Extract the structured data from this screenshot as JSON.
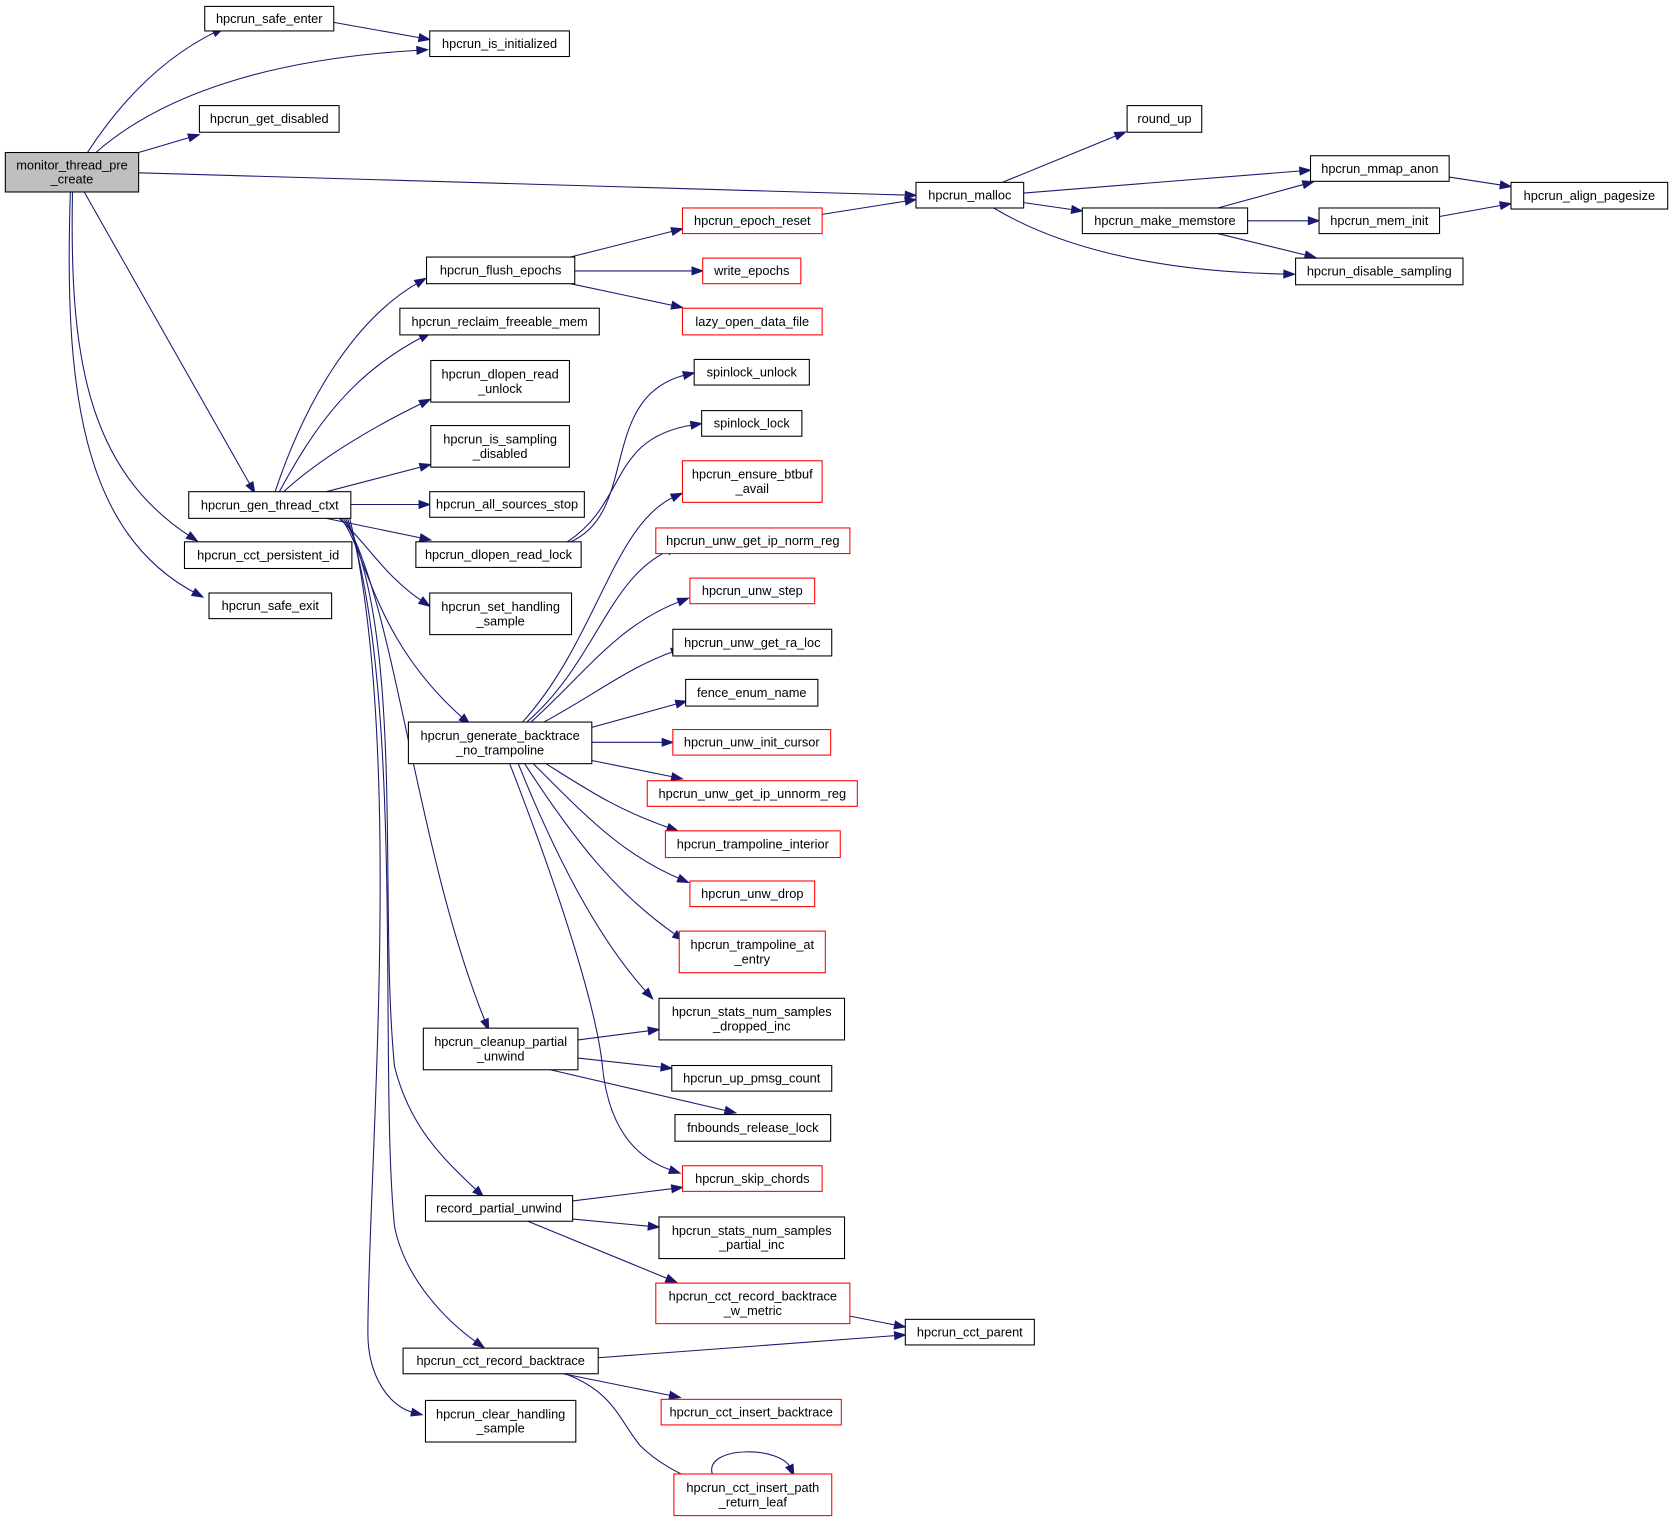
{
  "diagram": {
    "type": "call-graph",
    "edge_color": "#191970",
    "node_colors": {
      "root_fill": "#bfbfbf",
      "normal_border": "#000000",
      "truncated_border": "#ff0000"
    },
    "nodes": [
      {
        "id": "monitor_thread_pre_create",
        "lines": [
          "monitor_thread_pre",
          "_create"
        ],
        "style": "root"
      },
      {
        "id": "hpcrun_safe_enter",
        "lines": [
          "hpcrun_safe_enter"
        ],
        "style": "normal"
      },
      {
        "id": "hpcrun_is_initialized",
        "lines": [
          "hpcrun_is_initialized"
        ],
        "style": "normal"
      },
      {
        "id": "hpcrun_get_disabled",
        "lines": [
          "hpcrun_get_disabled"
        ],
        "style": "normal"
      },
      {
        "id": "hpcrun_malloc",
        "lines": [
          "hpcrun_malloc"
        ],
        "style": "normal"
      },
      {
        "id": "round_up",
        "lines": [
          "round_up"
        ],
        "style": "normal"
      },
      {
        "id": "hpcrun_mmap_anon",
        "lines": [
          "hpcrun_mmap_anon"
        ],
        "style": "normal"
      },
      {
        "id": "hpcrun_make_memstore",
        "lines": [
          "hpcrun_make_memstore"
        ],
        "style": "normal"
      },
      {
        "id": "hpcrun_mem_init",
        "lines": [
          "hpcrun_mem_init"
        ],
        "style": "normal"
      },
      {
        "id": "hpcrun_align_pagesize",
        "lines": [
          "hpcrun_align_pagesize"
        ],
        "style": "normal"
      },
      {
        "id": "hpcrun_disable_sampling",
        "lines": [
          "hpcrun_disable_sampling"
        ],
        "style": "normal"
      },
      {
        "id": "hpcrun_epoch_reset",
        "lines": [
          "hpcrun_epoch_reset"
        ],
        "style": "red"
      },
      {
        "id": "write_epochs",
        "lines": [
          "write_epochs"
        ],
        "style": "red"
      },
      {
        "id": "lazy_open_data_file",
        "lines": [
          "lazy_open_data_file"
        ],
        "style": "red"
      },
      {
        "id": "hpcrun_flush_epochs",
        "lines": [
          "hpcrun_flush_epochs"
        ],
        "style": "normal"
      },
      {
        "id": "hpcrun_reclaim_freeable_mem",
        "lines": [
          "hpcrun_reclaim_freeable_mem"
        ],
        "style": "normal"
      },
      {
        "id": "hpcrun_dlopen_read_unlock",
        "lines": [
          "hpcrun_dlopen_read",
          "_unlock"
        ],
        "style": "normal"
      },
      {
        "id": "hpcrun_is_sampling_disabled",
        "lines": [
          "hpcrun_is_sampling",
          "_disabled"
        ],
        "style": "normal"
      },
      {
        "id": "hpcrun_all_sources_stop",
        "lines": [
          "hpcrun_all_sources_stop"
        ],
        "style": "normal"
      },
      {
        "id": "hpcrun_dlopen_read_lock",
        "lines": [
          "hpcrun_dlopen_read_lock"
        ],
        "style": "normal"
      },
      {
        "id": "hpcrun_gen_thread_ctxt",
        "lines": [
          "hpcrun_gen_thread_ctxt"
        ],
        "style": "normal"
      },
      {
        "id": "hpcrun_cct_persistent_id",
        "lines": [
          "hpcrun_cct_persistent_id"
        ],
        "style": "normal"
      },
      {
        "id": "hpcrun_safe_exit",
        "lines": [
          "hpcrun_safe_exit"
        ],
        "style": "normal"
      },
      {
        "id": "spinlock_unlock",
        "lines": [
          "spinlock_unlock"
        ],
        "style": "normal"
      },
      {
        "id": "spinlock_lock",
        "lines": [
          "spinlock_lock"
        ],
        "style": "normal"
      },
      {
        "id": "hpcrun_ensure_btbuf_avail",
        "lines": [
          "hpcrun_ensure_btbuf",
          "_avail"
        ],
        "style": "red"
      },
      {
        "id": "hpcrun_unw_get_ip_norm_reg",
        "lines": [
          "hpcrun_unw_get_ip_norm_reg"
        ],
        "style": "red"
      },
      {
        "id": "hpcrun_set_handling_sample",
        "lines": [
          "hpcrun_set_handling",
          "_sample"
        ],
        "style": "normal"
      },
      {
        "id": "hpcrun_unw_step",
        "lines": [
          "hpcrun_unw_step"
        ],
        "style": "red"
      },
      {
        "id": "hpcrun_unw_get_ra_loc",
        "lines": [
          "hpcrun_unw_get_ra_loc"
        ],
        "style": "normal"
      },
      {
        "id": "fence_enum_name",
        "lines": [
          "fence_enum_name"
        ],
        "style": "normal"
      },
      {
        "id": "hpcrun_generate_backtrace_no_trampoline",
        "lines": [
          "hpcrun_generate_backtrace",
          "_no_trampoline"
        ],
        "style": "normal"
      },
      {
        "id": "hpcrun_unw_init_cursor",
        "lines": [
          "hpcrun_unw_init_cursor"
        ],
        "style": "red"
      },
      {
        "id": "hpcrun_unw_get_ip_unnorm_reg",
        "lines": [
          "hpcrun_unw_get_ip_unnorm_reg"
        ],
        "style": "red"
      },
      {
        "id": "hpcrun_trampoline_interior",
        "lines": [
          "hpcrun_trampoline_interior"
        ],
        "style": "red"
      },
      {
        "id": "hpcrun_unw_drop",
        "lines": [
          "hpcrun_unw_drop"
        ],
        "style": "red"
      },
      {
        "id": "hpcrun_trampoline_at_entry",
        "lines": [
          "hpcrun_trampoline_at",
          "_entry"
        ],
        "style": "red"
      },
      {
        "id": "hpcrun_stats_num_samples_dropped_inc",
        "lines": [
          "hpcrun_stats_num_samples",
          "_dropped_inc"
        ],
        "style": "normal"
      },
      {
        "id": "hpcrun_cleanup_partial_unwind",
        "lines": [
          "hpcrun_cleanup_partial",
          "_unwind"
        ],
        "style": "normal"
      },
      {
        "id": "hpcrun_up_pmsg_count",
        "lines": [
          "hpcrun_up_pmsg_count"
        ],
        "style": "normal"
      },
      {
        "id": "fnbounds_release_lock",
        "lines": [
          "fnbounds_release_lock"
        ],
        "style": "normal"
      },
      {
        "id": "hpcrun_skip_chords",
        "lines": [
          "hpcrun_skip_chords"
        ],
        "style": "red"
      },
      {
        "id": "record_partial_unwind",
        "lines": [
          "record_partial_unwind"
        ],
        "style": "normal"
      },
      {
        "id": "hpcrun_stats_num_samples_partial_inc",
        "lines": [
          "hpcrun_stats_num_samples",
          "_partial_inc"
        ],
        "style": "normal"
      },
      {
        "id": "hpcrun_cct_record_backtrace_w_metric",
        "lines": [
          "hpcrun_cct_record_backtrace",
          "_w_metric"
        ],
        "style": "red"
      },
      {
        "id": "hpcrun_cct_parent",
        "lines": [
          "hpcrun_cct_parent"
        ],
        "style": "normal"
      },
      {
        "id": "hpcrun_cct_record_backtrace",
        "lines": [
          "hpcrun_cct_record_backtrace"
        ],
        "style": "normal"
      },
      {
        "id": "hpcrun_cct_insert_backtrace",
        "lines": [
          "hpcrun_cct_insert_backtrace"
        ],
        "style": "red"
      },
      {
        "id": "hpcrun_clear_handling_sample",
        "lines": [
          "hpcrun_clear_handling",
          "_sample"
        ],
        "style": "normal"
      },
      {
        "id": "hpcrun_cct_insert_path_return_leaf",
        "lines": [
          "hpcrun_cct_insert_path",
          "_return_leaf"
        ],
        "style": "red"
      }
    ],
    "edges": [
      [
        "monitor_thread_pre_create",
        "hpcrun_safe_enter"
      ],
      [
        "monitor_thread_pre_create",
        "hpcrun_is_initialized"
      ],
      [
        "monitor_thread_pre_create",
        "hpcrun_get_disabled"
      ],
      [
        "monitor_thread_pre_create",
        "hpcrun_malloc"
      ],
      [
        "monitor_thread_pre_create",
        "hpcrun_gen_thread_ctxt"
      ],
      [
        "monitor_thread_pre_create",
        "hpcrun_cct_persistent_id"
      ],
      [
        "monitor_thread_pre_create",
        "hpcrun_safe_exit"
      ],
      [
        "hpcrun_safe_enter",
        "hpcrun_is_initialized"
      ],
      [
        "hpcrun_malloc",
        "round_up"
      ],
      [
        "hpcrun_malloc",
        "hpcrun_mmap_anon"
      ],
      [
        "hpcrun_malloc",
        "hpcrun_make_memstore"
      ],
      [
        "hpcrun_malloc",
        "hpcrun_disable_sampling"
      ],
      [
        "hpcrun_make_memstore",
        "hpcrun_mmap_anon"
      ],
      [
        "hpcrun_make_memstore",
        "hpcrun_mem_init"
      ],
      [
        "hpcrun_make_memstore",
        "hpcrun_disable_sampling"
      ],
      [
        "hpcrun_mmap_anon",
        "hpcrun_align_pagesize"
      ],
      [
        "hpcrun_mem_init",
        "hpcrun_align_pagesize"
      ],
      [
        "hpcrun_epoch_reset",
        "hpcrun_malloc"
      ],
      [
        "hpcrun_flush_epochs",
        "hpcrun_epoch_reset"
      ],
      [
        "hpcrun_flush_epochs",
        "write_epochs"
      ],
      [
        "hpcrun_flush_epochs",
        "lazy_open_data_file"
      ],
      [
        "hpcrun_gen_thread_ctxt",
        "hpcrun_flush_epochs"
      ],
      [
        "hpcrun_gen_thread_ctxt",
        "hpcrun_reclaim_freeable_mem"
      ],
      [
        "hpcrun_gen_thread_ctxt",
        "hpcrun_dlopen_read_unlock"
      ],
      [
        "hpcrun_gen_thread_ctxt",
        "hpcrun_is_sampling_disabled"
      ],
      [
        "hpcrun_gen_thread_ctxt",
        "hpcrun_all_sources_stop"
      ],
      [
        "hpcrun_gen_thread_ctxt",
        "hpcrun_dlopen_read_lock"
      ],
      [
        "hpcrun_gen_thread_ctxt",
        "hpcrun_set_handling_sample"
      ],
      [
        "hpcrun_gen_thread_ctxt",
        "hpcrun_generate_backtrace_no_trampoline"
      ],
      [
        "hpcrun_gen_thread_ctxt",
        "hpcrun_cleanup_partial_unwind"
      ],
      [
        "hpcrun_gen_thread_ctxt",
        "record_partial_unwind"
      ],
      [
        "hpcrun_gen_thread_ctxt",
        "hpcrun_cct_record_backtrace"
      ],
      [
        "hpcrun_gen_thread_ctxt",
        "hpcrun_clear_handling_sample"
      ],
      [
        "hpcrun_dlopen_read_lock",
        "spinlock_unlock"
      ],
      [
        "hpcrun_dlopen_read_lock",
        "spinlock_lock"
      ],
      [
        "hpcrun_generate_backtrace_no_trampoline",
        "hpcrun_ensure_btbuf_avail"
      ],
      [
        "hpcrun_generate_backtrace_no_trampoline",
        "hpcrun_unw_get_ip_norm_reg"
      ],
      [
        "hpcrun_generate_backtrace_no_trampoline",
        "hpcrun_unw_step"
      ],
      [
        "hpcrun_generate_backtrace_no_trampoline",
        "hpcrun_unw_get_ra_loc"
      ],
      [
        "hpcrun_generate_backtrace_no_trampoline",
        "fence_enum_name"
      ],
      [
        "hpcrun_generate_backtrace_no_trampoline",
        "hpcrun_unw_init_cursor"
      ],
      [
        "hpcrun_generate_backtrace_no_trampoline",
        "hpcrun_unw_get_ip_unnorm_reg"
      ],
      [
        "hpcrun_generate_backtrace_no_trampoline",
        "hpcrun_trampoline_interior"
      ],
      [
        "hpcrun_generate_backtrace_no_trampoline",
        "hpcrun_unw_drop"
      ],
      [
        "hpcrun_generate_backtrace_no_trampoline",
        "hpcrun_trampoline_at_entry"
      ],
      [
        "hpcrun_generate_backtrace_no_trampoline",
        "hpcrun_stats_num_samples_dropped_inc"
      ],
      [
        "hpcrun_generate_backtrace_no_trampoline",
        "hpcrun_skip_chords"
      ],
      [
        "hpcrun_cleanup_partial_unwind",
        "hpcrun_stats_num_samples_dropped_inc"
      ],
      [
        "hpcrun_cleanup_partial_unwind",
        "hpcrun_up_pmsg_count"
      ],
      [
        "hpcrun_cleanup_partial_unwind",
        "fnbounds_release_lock"
      ],
      [
        "record_partial_unwind",
        "hpcrun_skip_chords"
      ],
      [
        "record_partial_unwind",
        "hpcrun_stats_num_samples_partial_inc"
      ],
      [
        "record_partial_unwind",
        "hpcrun_cct_record_backtrace_w_metric"
      ],
      [
        "hpcrun_cct_record_backtrace_w_metric",
        "hpcrun_cct_parent"
      ],
      [
        "hpcrun_cct_record_backtrace",
        "hpcrun_cct_parent"
      ],
      [
        "hpcrun_cct_record_backtrace",
        "hpcrun_cct_insert_backtrace"
      ],
      [
        "hpcrun_cct_record_backtrace",
        "hpcrun_cct_insert_path_return_leaf"
      ],
      [
        "hpcrun_cct_insert_path_return_leaf",
        "hpcrun_cct_insert_path_return_leaf"
      ]
    ]
  }
}
